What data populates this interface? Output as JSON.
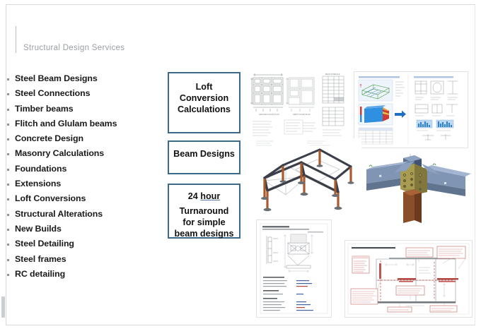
{
  "document": {
    "title": "Structural Design Services",
    "background_color": "#ffffff",
    "frame_color": "#d7dbde"
  },
  "header": {
    "title": "Structural Design Services",
    "title_color": "#9a9ea1",
    "rule_color": "#b9bdc0"
  },
  "services": {
    "bullet_color": "#8f9396",
    "text_color": "#1a1a1a",
    "items": [
      {
        "label": "Steel Beam Designs"
      },
      {
        "label": "Steel Connections"
      },
      {
        "label": "Timber beams"
      },
      {
        "label": "Flitch and Glulam beams"
      },
      {
        "label": "Concrete Design"
      },
      {
        "label": "Masonry Calculations"
      },
      {
        "label": "Foundations"
      },
      {
        "label": "Extensions"
      },
      {
        "label": "Loft Conversions"
      },
      {
        "label": "Structural Alterations"
      },
      {
        "label": "New Builds"
      },
      {
        "label": "Steel Detailing"
      },
      {
        "label": "Steel frames"
      },
      {
        "label": "RC detailing"
      }
    ]
  },
  "callouts": {
    "border_color": "#3d6a8a",
    "loft": {
      "line1": "Loft",
      "line2": "Conversion",
      "line3": "Calculations"
    },
    "beam": {
      "line1": "Beam Designs"
    },
    "turnaround": {
      "lead_prefix": "24 ",
      "lead_underlined": "hour",
      "line1": "Turnaround",
      "line2": "for simple",
      "line3": "beam designs"
    }
  },
  "images": {
    "floorplan": {
      "name": "cad-floor-plan-drawing",
      "description": "CAD structural floor plan sheet with two plan views and a schedule table",
      "line_color": "#6d7378"
    },
    "analysis": {
      "name": "structural-analysis-output",
      "description": "Structural analysis software output: 3D wireframe model, stress contour block, arrow to design check calculations",
      "accent_color": "#2f7fd0",
      "model_green": "#5aa84f",
      "model_blue": "#2f7fd0",
      "model_red": "#cf3b32"
    },
    "frame": {
      "name": "steel-portal-frame-3d",
      "description": "3D rendered steel portal frame with beams and columns",
      "beam_color": "#3a3f4a",
      "column_color": "#a85a2c"
    },
    "connection": {
      "name": "steel-beam-column-connection-3d",
      "description": "3D rendered steel beam to column moment connection with gusset plates and bolts",
      "steel_color": "#7f93b3",
      "plate_color": "#9a8f4a",
      "column_color": "#7a4526"
    },
    "calcsheet": {
      "name": "beam-design-calculation-sheet",
      "description": "Beam design calculation sheet with section elevation and parameter list",
      "value_color": "#3f63a8"
    },
    "annotated": {
      "name": "annotated-structural-plan",
      "description": "Annotated structural plan with red callout boxes and dashed load paths",
      "annotation_color": "#b4443f"
    }
  }
}
